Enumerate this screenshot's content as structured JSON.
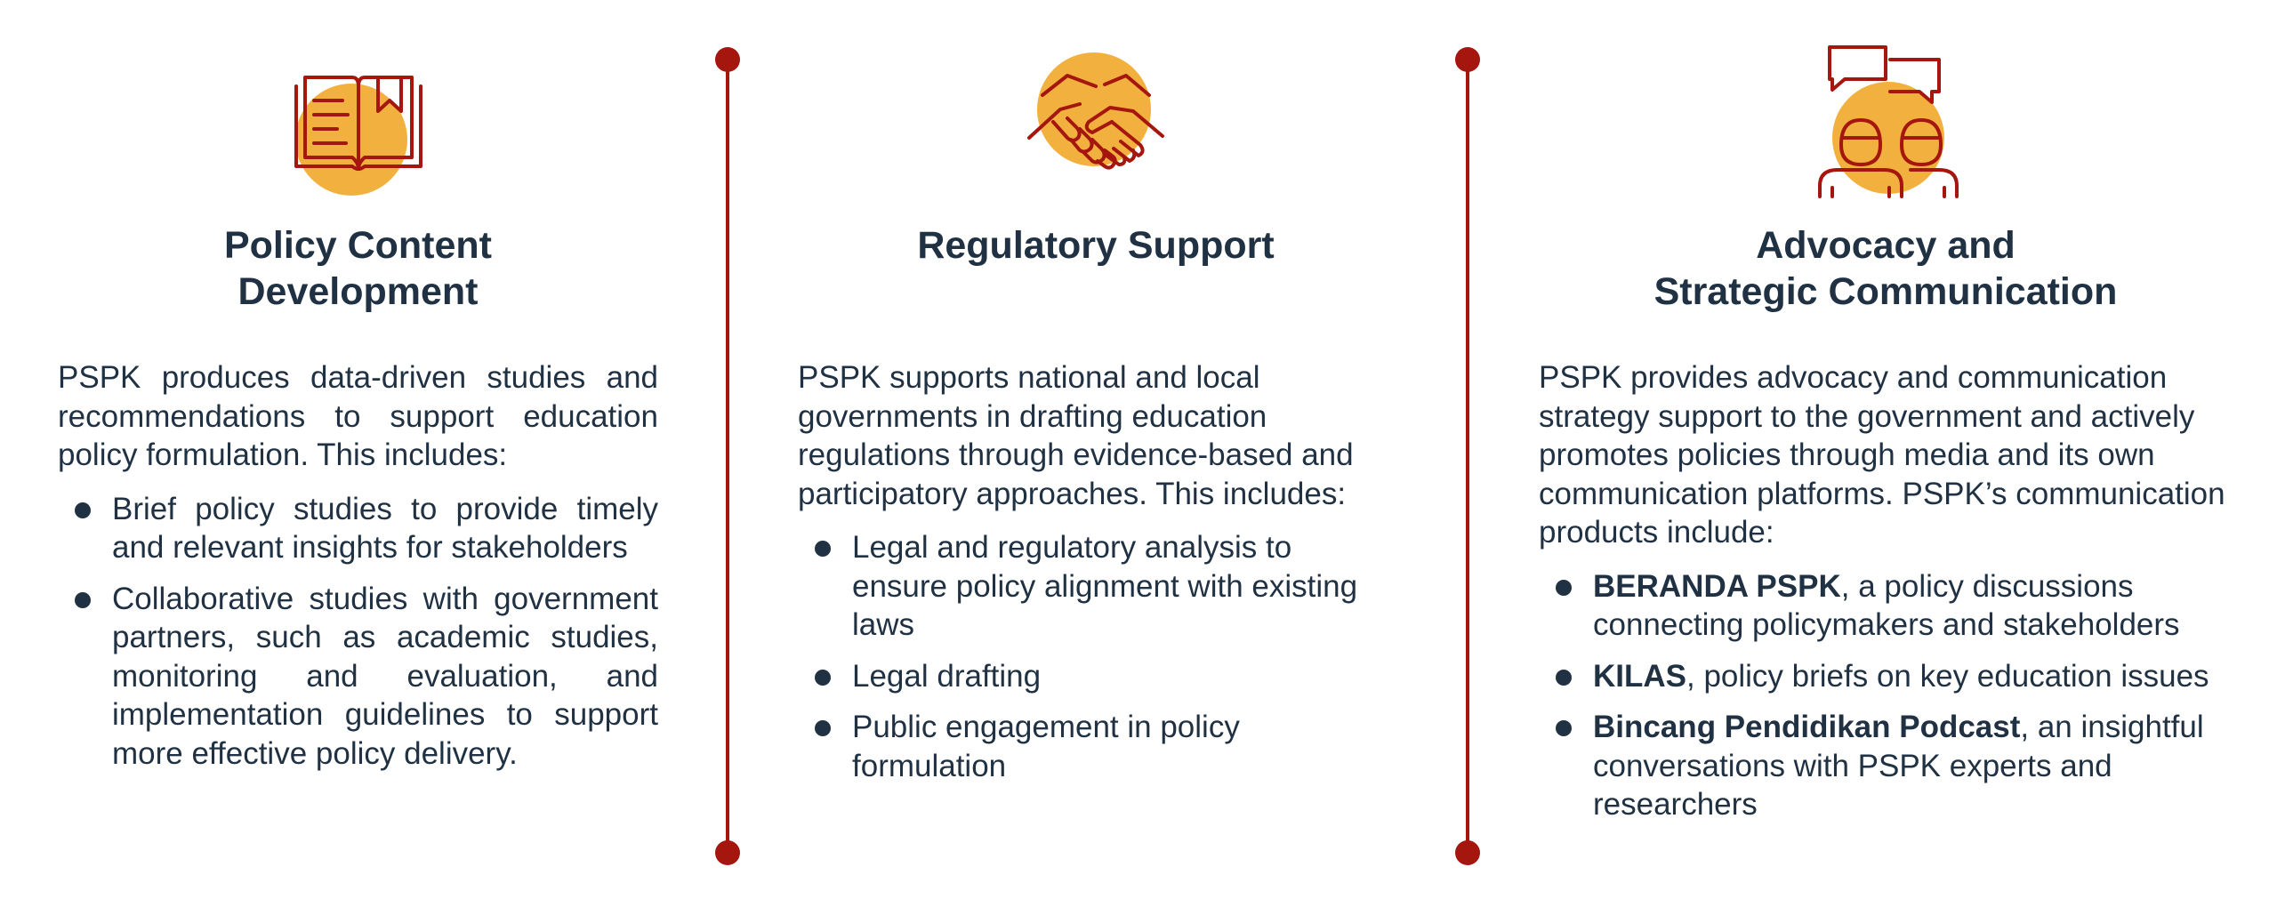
{
  "colors": {
    "text": "#1f3142",
    "accent_red": "#a5160f",
    "accent_yellow": "#f2b13e"
  },
  "columns": [
    {
      "icon": "open-book-icon",
      "title_lines": [
        "Policy Content",
        "Development"
      ],
      "intro": "PSPK produces data-driven studies and recommendations to support education policy formulation. This includes:",
      "bullets": [
        {
          "bold": "",
          "text": "Brief policy studies to provide timely and relevant insights for stakeholders"
        },
        {
          "bold": "",
          "text": "Collaborative studies with government partners, such as academic studies, monitoring and evaluation, and implementation guidelines to support more effective policy delivery."
        }
      ]
    },
    {
      "icon": "handshake-icon",
      "title_lines": [
        "Regulatory Support"
      ],
      "intro": "PSPK supports national and local governments in drafting education regulations through evidence-based and participatory approaches. This includes:",
      "bullets": [
        {
          "bold": "",
          "text": "Legal and regulatory analysis to ensure policy alignment with existing laws"
        },
        {
          "bold": "",
          "text": "Legal drafting"
        },
        {
          "bold": "",
          "text": "Public engagement in policy formulation"
        }
      ]
    },
    {
      "icon": "people-conversation-icon",
      "title_lines": [
        "Advocacy and",
        "Strategic Communication"
      ],
      "intro": "PSPK provides advocacy and communication strategy support to the government and actively promotes policies through media and its own communication platforms. PSPK’s communication products include:",
      "bullets": [
        {
          "bold": "BERANDA PSPK",
          "text": ", a policy discussions connecting policymakers and stakeholders"
        },
        {
          "bold": "KILAS",
          "text": ", policy briefs on key education issues"
        },
        {
          "bold": "Bincang Pendidikan Podcast",
          "text": ", an insightful conversations with PSPK experts and researchers"
        }
      ]
    }
  ]
}
